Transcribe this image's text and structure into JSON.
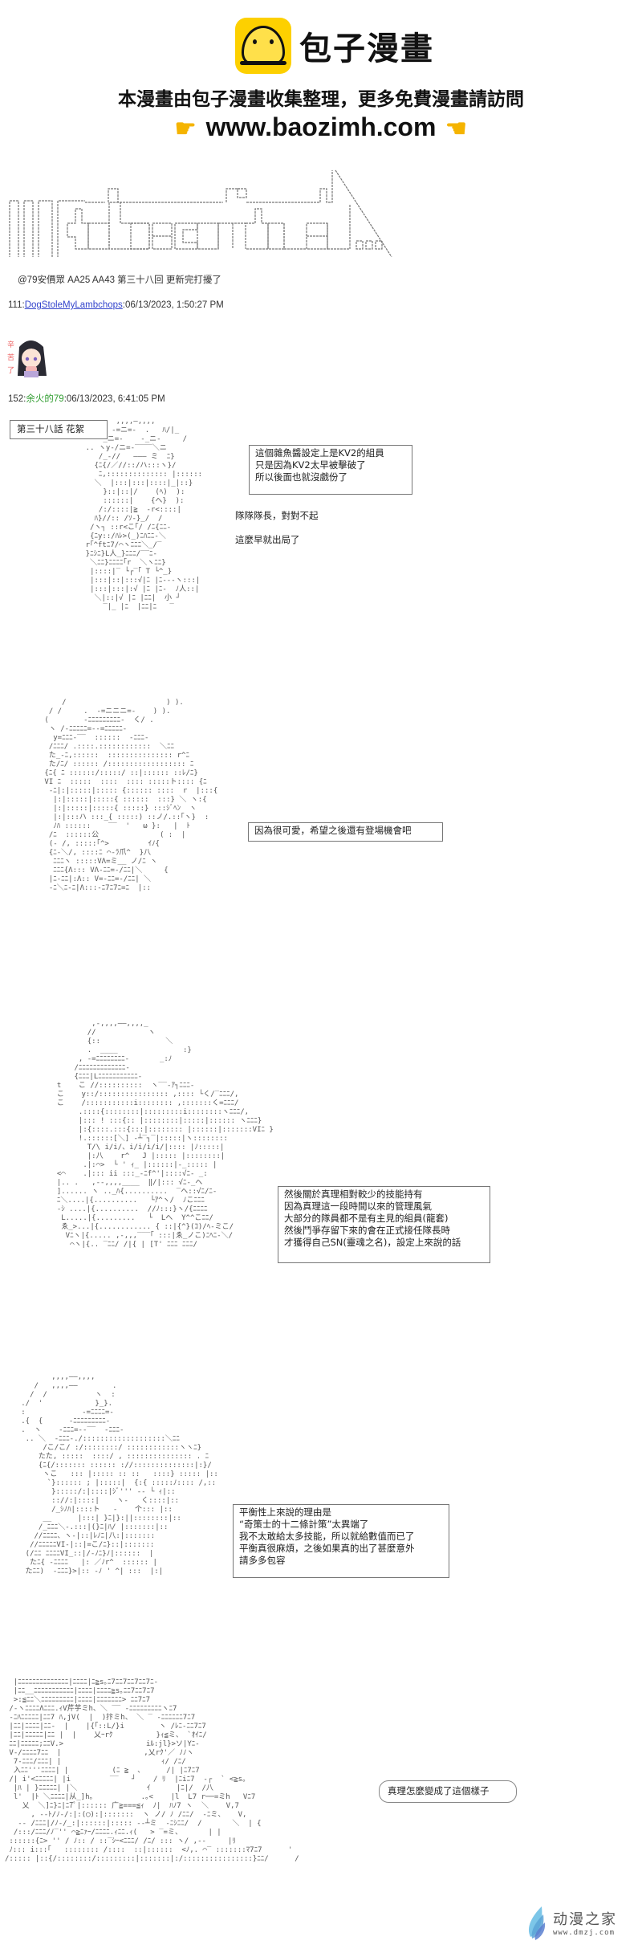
{
  "banner": {
    "site_name": "包子漫畫",
    "notice": "本漫畫由包子漫畫收集整理，更多免費漫畫請訪問",
    "url": "www.baozimh.com",
    "logo_icon": "steamed-bun-icon",
    "hand_icon": "pointing-hand-icon"
  },
  "header_aa": {
    "text": "to be continued..."
  },
  "posts": [
    {
      "text": "@79安價眾 AA25 AA43 第三十八回 更新完打擾了"
    },
    {
      "number": "111:",
      "author": "DogStoleMyLambchops",
      "timestamp": ":06/13/2023, 1:50:27 PM",
      "sticker": "辛苦了 anime-girl-sticker"
    },
    {
      "number": "152:",
      "author": "余火的79",
      "timestamp": ":06/13/2023, 6:41:05 PM"
    }
  ],
  "chapter": {
    "title": "第三十八話 花絮"
  },
  "panels": [
    {
      "box_lines": [
        "這個雜魚醬設定上是KV2的組員",
        "只是因為KV2太早被擊破了",
        "所以後面也就沒戲份了"
      ],
      "plain_lines": [
        "隊隊隊長，對對不起",
        "這麼早就出局了"
      ]
    },
    {
      "box_lines": [
        "因為很可愛，希望之後還有登場機會吧"
      ]
    },
    {
      "box_lines": [
        "然後關於真理相對較少的技能持有",
        "因為真理這一段時間以來的管理風氣",
        "大部分的隊員都不是有主見的組員(龍套)",
        "然後鬥爭存留下來的會在正式接任隊長時",
        "才獲得自己SN(靈魂之名)，設定上來說的話"
      ]
    },
    {
      "box_lines": [
        "平衡性上來說的理由是",
        "“奇策士的十二條計策”太異端了",
        "我不太敢給太多技能，所以就給數值而已了",
        "平衡真很麻煩，之後如果真的出了甚麼意外",
        "請多多包容"
      ]
    },
    {
      "box_lines": [
        "真理怎麼變成了這個樣子"
      ]
    }
  ],
  "ascii_art": {
    "aa1": "           ,,,,—,,,,\n          -=ニ=-  .   ﾊ/|_\n        _ニ=-    -_ニ-     /\n    .. ヽy-/ニ=-‾‾‾‾＼ニ\n       /_-//   ––– ミ  ﾆ}\n      {ﾆ{/／//::/ハ:::ヽ}/\n       ﾆ,:::::::::::::: |::::::\n      ＼  |:::|:::|::::|_|::}\n        }::|::|/    (ﾍ)  ):\n        ::::::|    {ヘ}  ):\n       /:/::::|≧  -r<::::|\n      ﾊ}//:: /ｿ-}_/  /\n     /ヽ┐ ::r<こ｢/ /ﾆ{ﾆﾆ-\n     {ﾆy::/ﾊﾚ>(_)ﾆﾊﾆﾆ-＼\n    r｢^ftﾆ7/⌒ヽﾆﾆﾆ＼_/‾\n    }ﾆｼﾆ}L人_}ﾆﾆﾆ/‾‾ﾆ-\n     ＼ﾆﾆ}ﾆﾆﾆﾆ｢r  ＼ヽﾆﾆ}\n     |::::|‾ └┌‾｢ T └^_}\n     |:::|::|:::√|ﾆ |ﾆ---ヽ:::|\n     |:::|:::|:√ |ﾆ |ﾆ-  ﾉ人::|\n      ＼|::|√ |ﾆ |ﾆﾆ|  小 ┘\n        ‾|_ |ﾆ  |ﾆﾆ|ﾆ   ‾",
    "aa2": "     /                       ) ).\n  / /     .  -=ニニニ=-    ) ).\n (        -ﾆﾆﾆﾆﾆﾆﾆﾆﾆ-  く/ .\n  ヽ /-ﾆﾆﾆﾆﾆ=--=ﾆﾆﾆﾆﾆ-\n   y=ﾆﾆﾆ-‾‾  ::::::  -ﾆﾆﾆ-\n  /ﾆﾆﾆ/ .::::.::::::::::::  ＼ﾆﾆ\n  た_-ﾆ,::::::  ::::::::::::::: r^ﾆ\n  た/ﾆ/ :::::: /:::::::::::::::::: ﾆ\n {ﾆ{ ﾆ ::::::/:::::/ ::|:::::: ::ﾚ/ﾆ}\n VI ﾆ  :::::  ::::  :::: :::::ト:::: {ﾆ\n  -ﾆ|:|:::::|::::: {:::::: ::::  r  |:::{\n   |:|:::::|:::::{ ::::::  :::} ＼ ヽ:{\n   |:|:::::|:::::{ :::::} :::ｼﾞﾍﾝ  ヽ\n   |:|:::ハ :::_{ :::::) ::ノ/.::｢ヽ}  :\n   ﾉﾊ ::::::    ‾‾  '   ω }:   |  ﾄ\n  /ﾆ  ::::::公              ( :  |\n  (- /, :::::｢^>         ｲﾉ{\n  {ﾆ-＼/, ::::ﾆ ⌒-ﾗ爪^  }八\n   ﾆﾆﾆヽ :::::VΛ=ミ__ ノ/ﾆ ヽ\n   ﾆﾆﾆ{Λ::: VΛ-ﾆﾆ=-/ﾆﾆ|＼     {\n  |ﾆ-ﾆﾆ|:Λ:: V=-ﾆﾆ=-/ﾆﾆ| ＼\n  -ﾆ＼ﾆ-ﾆ|Λ:::-ﾆ7ﾆ7ﾆ=ﾆ  |::",
    "aa3": "          ,-,,,,——,,,,_\n         //            ヽ\n         {::               ＼\n         .  ____               :}\n       , -=ﾆﾆﾆﾆﾆﾆﾆﾆ-       _:ﾉ\n      /ﾆﾆﾆﾆﾆﾆﾆﾆﾆﾆﾆﾆﾆ-\n      {ﾆﾆﾆ|Lﾆﾆﾆﾆﾆﾆﾆﾆﾆﾆﾆ-\n  t    こ //::::::::::  ヽ‾‾-ｱ┐ﾆﾆﾆ-\n  こ    y::/:::::::::::::::: ,:::: └く/‾ﾆﾆﾆ/,\n  こ    /:::::::::::i:::::::: ,:::::::く=ﾆﾆﾆ/\n       .::::{::::::::|:::::::::i::::::::ヽﾆﾆﾆ/,\n       |::: ! :::{:: |::::::::|:::::|:::::: ヽﾆﾆﾆ}\n       |:{::::.:::{:::|:::::::: |::::::|:::::::VIﾆ }\n       !.::::::[＼] -┴‾┐‾|:::::|ヽ::::::::\n         T/\\ i/i/、i/i/i/i/|:::: |ﾉ:::::|\n         |:八    r^   J |::::: |::::::::|\n        .|:⌒>  └ ' ｨ_ |::::::|-_::::: |\n  <⌒    .|::: ii :::_-ﾆf^'|::::√ﾆ- _:\n  |.. .   ,--,,,,____  ‖/|::: √ﾆ-_ヘ\n  ]...... ヽ .._ﾊ{..........  ‾ヘ::√ﾆ/ﾆ-\n  ﾆ＼....|{..........   └ｱ^ヽ/  ﾉこﾆﾆﾆ\n  -ｼ ....|{..........  //ﾉ:::}ヽ/{ﾆﾆﾆﾆ\n   L.....|{.........   └  Lへ  Y^^こﾆﾆ/\n   ゑ_>...|{............ { ::|{^}(ｺ)/ﾍ-ミこ/\n    Vﾆヽ|{..... ,-,,,‾‾‾｢ :::|ゑ_ノこ)ﾆﾍﾆ-＼/\n     ⌒ヽ|{.. ‾ﾆﾆ/ /|{ | [T' ﾆﾆﾆ ﾆﾆﾆ/",
    "aa4": "          ,,,,——,,,,\n      /   ,,,,——        .\n     /  /           ヽ  :\n   ./  '            }_}.\n   :             -=ﾆﾆﾆﾆ=-\n   .{  {      -ﾆﾆﾆﾆﾆﾆﾆﾆﾆ-\n   .  ヽ    -ﾆﾆﾆ=--‾‾  -ﾆﾆﾆ-\n    .. ＼  -ﾆﾆﾆ-./:::::::::::::::::::＼ﾆﾆ\n        /こ/こ/ :/::::::::/ ::::::::::::ヽヽﾆ}\n       たた, :::::  ::::/ , ::::::::::::::: . ﾆ\n       {ﾆ{/::::::: :::::: ://::::::::::::::|:}/\n        ヽこ   ::: |::::: :: ::   ::::} ::::: |::\n         `}:::::: ; |:::::|  {:{ :::::ﾉ:::: /,::\n          }:::::/:|::::|ｼﾞ''' -- └ ｨ|::\n          :://:|::::|    ヽ-   く::::|::\n          /_ｼﾉﾊ|::::ト   ‐    个::: |::\n        __      |:::| }ﾆ|}:||::::::::|::\n       /_ﾆﾆﾆ＼-.:::|(}ﾆ|ﾊ/ |:::::::|::\n      //ﾆﾆﾆﾆ、ヽ-|::|ﾚﾉﾆ|八:|:::::::\n     //ﾆﾆﾆﾆﾆVI-|::|=こ/ﾆ}::|:::::::\n    (/ﾆﾆ ﾆﾆﾆﾆVI_::|/-ﾉﾆ}ﾉ|::::::  |\n     たﾆ{ -ﾆﾆﾆﾆ   |: ／ﾉr^  :::::: |\n    たﾆﾆ)  -ﾆﾆﾆ}>|:: -ﾉ ' ^| :::  |:|",
    "aa5": "  |ﾆﾆﾆﾆﾆﾆﾆﾆﾆﾆﾆﾆﾆﾆ|ﾆﾆﾆﾆ|ﾆ≧s｡ﾆ7ﾆﾆ7ﾆﾆ7ﾆﾆ7ﾆ-\n  |ﾆﾆ__ﾆﾆﾆﾆﾆﾆﾆﾆﾆﾆﾆ|ﾆﾆﾆﾆ|ﾆﾆﾆﾆ≧s｡ﾆﾆ7ﾆﾆ7ﾆ7\n  >:≦ﾆﾆ＼ﾆﾆﾆﾆﾆﾆﾆﾆﾆ|ﾆﾆﾆﾆ|ﾆﾆﾆﾆﾆﾆﾆ> ﾆﾆ7ﾆ7\n /-ヽﾆﾆﾆﾆΛﾆﾆﾆ.ｨV芹芋ミh、＼ ‾‾ -ﾆﾆﾆﾆﾆﾆﾆﾆﾆヽﾆ7\n -ﾆﾊﾆﾆﾆﾆﾆ|ﾆﾆ7 ﾊ,jV(  |  )抃ミh、 ＼ ‾ -ﾆﾆﾆﾆﾆﾆ7ﾆ7\n |ﾆﾆ|ﾆﾆﾆﾆ|ﾆﾆ-  |    |{｢::L/}i        ヽ /ﾚﾆ-ﾆﾆ7ﾆ7\n |ﾆﾆ|ﾆﾆﾆﾆﾆ|ﾆﾆ |  |    乂ｰrｸ          }ｨ≦ミ、 `ｵｲﾆ/\n ﾆﾆ|ﾆﾆﾆﾆﾆ;ﾆﾆV.>                   iﾙ:jl}>ソ|Yﾆ-\n V-/ﾆﾆﾆﾆ7ﾆﾆ  |                   ,乂rｸ'／ ﾉﾉヽ\n  7-ﾆﾆﾆ/ﾆﾆﾆ| |                       ｨ/ /ﾆ/\n  入ﾆﾆ'''ﾆﾆﾆﾆ| |          (ﾆ ≧  、     /| |ﾆ7ﾆ7\n /| i'<ﾆﾆﾆﾆﾆ| |i         ‾‾   ┘    / ﾘ  |ﾆiﾆ7  -┌  ` <≧s｡\n  |ﾊ | }ﾆﾆﾆﾆﾆ| |＼                ｲ      |ﾆ|/  /八\n  l'  |ﾄ ＼ﾆﾆﾆﾆ|从_]h｡           .｡<    |l  L7 r──=ミh   Vﾆ7\n    乂  ＼]ﾆ}ﾆ|ﾆ7ﾟ|:::::: 广≧===≦ｨ  ﾉ|  ﾊﾉ7 ヽ  ＼    V,7\n      , --ﾄ/ﾉ-/:|:(◯):|:::::::  ヽ ノ/ ﾉ /ﾆﾆ/  -ﾆミ、   V,\n   -- /ﾆﾆﾆ|/ﾉ-/_:|::::::|::::: --┴ミ  -ﾆｼﾆﾆ/  /       ＼  | {\n  /:::/ﾆﾆﾆ/ﾉ‾'' ⌒≧ﾆｧｰ/ﾆﾆﾆﾆ.ｨﾆﾆ.ｨ(   > ‾=ミ、      | |\n ::::::{ﾆ> '' / ﾉ:: / ::‾ｼｰ<ﾆﾆﾆ/ /ﾆ/ ::: ヽ/ ,--     |ﾘ\n ﾉ::: i:::｢   :::::::: /::::  ::|::::::  <ﾉ,. ⌒‾ :::::::ﾏ7ﾆ7      '\n/::::: |::{/::::::::/:::::::::|:::::::|:/::::::::::::::::}ﾆﾆ/      /"
  },
  "watermark": {
    "title": "动漫之家",
    "url": "www.dmzj.com"
  }
}
